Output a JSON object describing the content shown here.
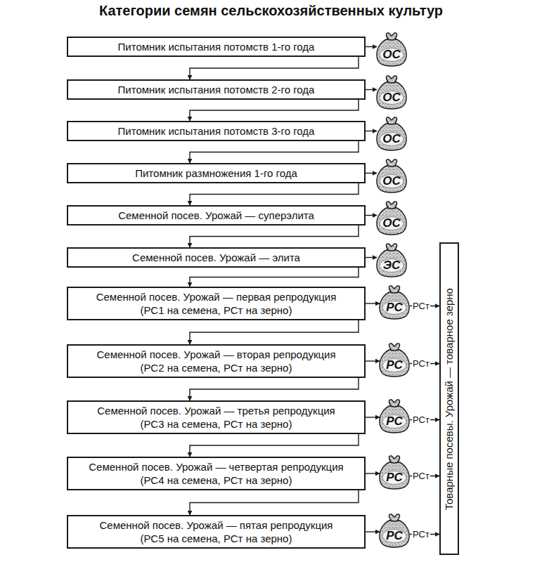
{
  "diagram": {
    "title": "Категории семян сельскохозяйственных культур",
    "nodes": [
      {
        "text": [
          "Питомник  испытания потомств 1-го года"
        ]
      },
      {
        "text": [
          "ОС"
        ]
      },
      {
        "text": [
          "Питомник  испытания потомств 2-го года"
        ]
      },
      {
        "text": [
          "ОС"
        ]
      },
      {
        "text": [
          "Питомник  испытания потомств 3-го года"
        ]
      },
      {
        "text": [
          "ОС"
        ]
      },
      {
        "text": [
          "Питомник  размножения 1-го года"
        ]
      },
      {
        "text": [
          "ОС"
        ]
      },
      {
        "text": [
          "Семенной посев. Урожай — суперэлита"
        ]
      },
      {
        "text": [
          "ОС"
        ]
      },
      {
        "text": [
          "Семенной посев.  Урожай — элита"
        ]
      },
      {
        "text": [
          "ЭС"
        ]
      },
      {
        "text": [
          "Семенной посев. Урожай — первая репродукция",
          "(РС1 на семена, РСт на зерно)"
        ]
      },
      {
        "text": [
          "РС"
        ]
      },
      {
        "text": [
          "Семенной посев. Урожай — вторая репродукция",
          "(РС2 на семена, РСт на зерно)"
        ]
      },
      {
        "text": [
          "РС"
        ]
      },
      {
        "text": [
          "Семенной посев. Урожай — третья репродукция",
          "(РС3 на семена, РСт на зерно)"
        ]
      },
      {
        "text": [
          "РС"
        ]
      },
      {
        "text": [
          "Семенной посев. Урожай — четвертая репродукция",
          "(РС4 на семена, РСт на зерно)"
        ]
      },
      {
        "text": [
          "РС"
        ]
      },
      {
        "text": [
          "Семенной посев. Урожай — пятая репродукция",
          "(РС5 на семена, РСт на зерно)"
        ]
      },
      {
        "text": [
          "РС"
        ]
      },
      {
        "text": [
          "Товарные посевы. Урожай — товарное зерно"
        ]
      }
    ],
    "edges": [
      {
        "from": 0,
        "to": 1,
        "arrow": "to"
      },
      {
        "from": 2,
        "to": 3,
        "arrow": "to"
      },
      {
        "from": 4,
        "to": 5,
        "arrow": "to"
      },
      {
        "from": 6,
        "to": 7,
        "arrow": "to"
      },
      {
        "from": 8,
        "to": 9,
        "arrow": "to"
      },
      {
        "from": 10,
        "to": 11,
        "arrow": "to"
      },
      {
        "from": 12,
        "to": 13,
        "arrow": "to"
      },
      {
        "from": 14,
        "to": 15,
        "arrow": "to"
      },
      {
        "from": 16,
        "to": 17,
        "arrow": "to"
      },
      {
        "from": 18,
        "to": 19,
        "arrow": "to"
      },
      {
        "from": 20,
        "to": 21,
        "arrow": "to"
      },
      {
        "from": 0,
        "to": 2,
        "arrow": "to"
      },
      {
        "from": 2,
        "to": 4,
        "arrow": "to"
      },
      {
        "from": 4,
        "to": 6,
        "arrow": "to"
      },
      {
        "from": 6,
        "to": 8,
        "arrow": "to"
      },
      {
        "from": 8,
        "to": 10,
        "arrow": "to"
      },
      {
        "from": 10,
        "to": 12,
        "arrow": "to"
      },
      {
        "from": 12,
        "to": 14,
        "arrow": "to"
      },
      {
        "from": 14,
        "to": 16,
        "arrow": "to"
      },
      {
        "from": 16,
        "to": 18,
        "arrow": "to"
      },
      {
        "from": 18,
        "to": 20,
        "arrow": "to"
      },
      {
        "from": 13,
        "to": 22,
        "label": "РСт",
        "arrow": "to"
      },
      {
        "from": 15,
        "to": 22,
        "label": "РСт",
        "arrow": "to"
      },
      {
        "from": 17,
        "to": 22,
        "label": "РСт",
        "arrow": "to"
      },
      {
        "from": 19,
        "to": 22,
        "label": "РСт",
        "arrow": "to"
      },
      {
        "from": 21,
        "to": 22,
        "label": "РСт",
        "arrow": "to"
      }
    ]
  }
}
